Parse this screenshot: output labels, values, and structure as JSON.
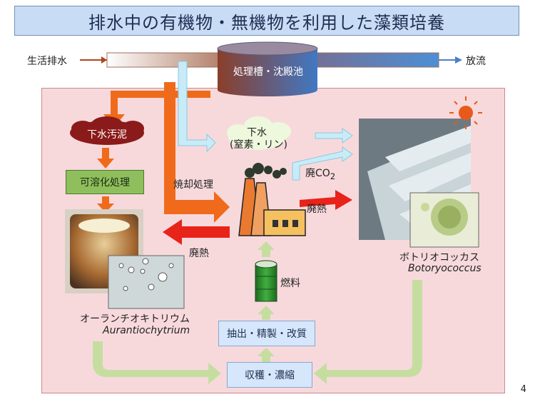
{
  "title": "排水中の有機物・無機物を利用した藻類培養",
  "labels": {
    "domestic_wastewater": "生活排水",
    "discharge": "放流",
    "treatment_tank": "処理槽・沈殿池",
    "sewage_sludge": "下水汚泥",
    "solubilization": "可溶化処理",
    "incineration": "焼却処理",
    "sewage_water": "下水",
    "sewage_nutrients": "(窒素・リン)",
    "waste_co2": "廃CO",
    "waste_co2_sub": "2",
    "waste_heat_right": "廃熱",
    "waste_heat_left": "廃熱",
    "fuel": "燃料",
    "extraction": "抽出・精製・改質",
    "harvest": "収穫・濃縮",
    "botryococcus_jp": "ボトリオコッカス",
    "botryococcus_latin": "Botoryococcus",
    "aurantiochytrium_jp": "オーランチオキトリウム",
    "aurantiochytrium_latin": "Aurantiochytrium"
  },
  "page_number": "4",
  "icons": [
    "sun-icon",
    "factory-icon",
    "fuel-barrel-icon",
    "cloud-icon"
  ],
  "colors": {
    "title_bg": "#c9dcf5",
    "panel_bg": "#f7d9dc",
    "arrow_orange": "#f06a1c",
    "arrow_red": "#e8231a",
    "arrow_lightblue": "#bfe6f5",
    "arrow_green": "#c5dea0",
    "box_green": "#8fbf5d",
    "box_blue": "#d6e6fb"
  }
}
